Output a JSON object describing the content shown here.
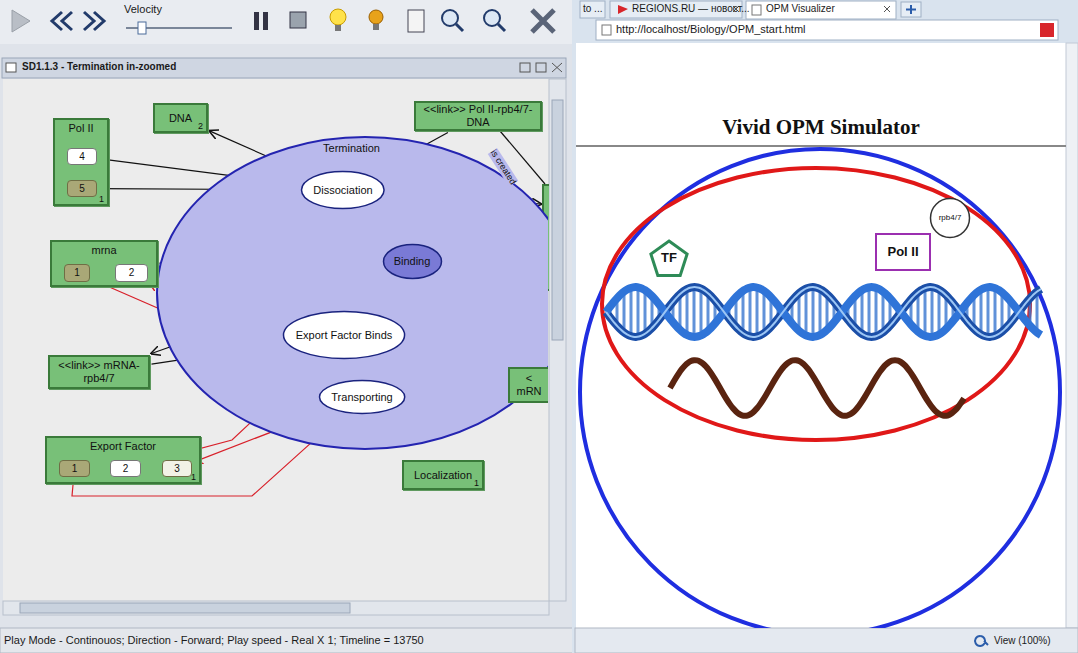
{
  "diagram": {
    "title": "Vivid OPM Simulator",
    "nodes": [
      {
        "text": [
          "Pol II",
          "1"
        ]
      },
      {
        "text": [
          "4"
        ],
        "in": 0
      },
      {
        "text": [
          "5"
        ],
        "in": 0
      },
      {
        "text": [
          "DNA",
          "2"
        ]
      },
      {
        "text": [
          "<<link>> Pol II-rpb4/7-DNA"
        ]
      },
      {
        "text": [
          "Termination"
        ]
      },
      {
        "text": [
          "Dissociation"
        ],
        "in": 5
      },
      {
        "text": [
          "Binding"
        ],
        "in": 5
      },
      {
        "text": [
          "Export Factor Binds"
        ],
        "in": 5
      },
      {
        "text": [
          "Transporting"
        ],
        "in": 5
      },
      {
        "text": [
          "mrna"
        ]
      },
      {
        "text": [
          "1"
        ],
        "in": 10
      },
      {
        "text": [
          "2"
        ],
        "in": 10
      },
      {
        "text": [
          "<<link>> mRNA-rpb4/7"
        ]
      },
      {
        "text": [
          "Export Factor",
          "1"
        ]
      },
      {
        "text": [
          "1"
        ],
        "in": 14
      },
      {
        "text": [
          "2"
        ],
        "in": 14
      },
      {
        "text": [
          "3"
        ],
        "in": 14
      },
      {
        "text": [
          "Localization",
          "1"
        ]
      },
      {
        "text": [
          "<",
          "mRN"
        ]
      },
      {
        "text": [
          "TF"
        ]
      },
      {
        "text": [
          "Pol II"
        ]
      },
      {
        "text": [
          "rpb4/7"
        ]
      }
    ],
    "edges": [
      {
        "from": 1,
        "to": 6,
        "arrow": "to"
      },
      {
        "from": 6,
        "to": 2,
        "arrow": "to"
      },
      {
        "from": 6,
        "to": 3,
        "arrow": "to"
      },
      {
        "from": 4,
        "to": 6,
        "arrow": "to"
      },
      {
        "from": 10,
        "to": 7,
        "arrow": "none"
      },
      {
        "from": 7,
        "to": 13,
        "arrow": "to"
      },
      {
        "from": 13,
        "to": 8,
        "arrow": "none"
      },
      {
        "from": 8,
        "to": 19,
        "arrow": "to"
      },
      {
        "from": 11,
        "to": 9,
        "arrow": "to"
      },
      {
        "from": 9,
        "to": 12,
        "arrow": "to"
      },
      {
        "from": 16,
        "to": 8,
        "arrow": "to"
      },
      {
        "from": 15,
        "to": 9,
        "arrow": "to"
      },
      {
        "from": 9,
        "to": 17,
        "arrow": "to"
      }
    ],
    "labels": [
      "Velocity",
      "SD1.1.3 - Termination in-zoomed",
      "is created",
      "Play Mode - Continouos; Direction - Forward;  Play speed - Real X 1; Timeline = 13750",
      "to ...",
      "REGIONS.RU — новост...",
      "OPM Visualizer",
      "http://localhost/Biology/OPM_start.html",
      "View (100%)"
    ]
  }
}
